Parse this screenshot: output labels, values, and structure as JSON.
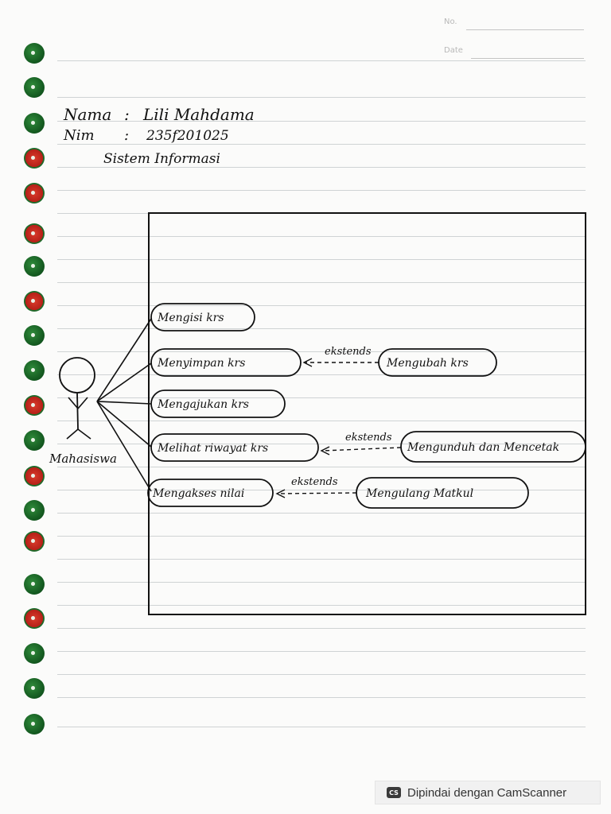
{
  "header": {
    "no_label": "No.",
    "date_label": "Date"
  },
  "student": {
    "nama_label": "Nama",
    "nama_sep": ":",
    "nama_value": "Lili Mahdama",
    "nim_label": "Nim",
    "nim_sep": ":",
    "nim_value": "235f201025",
    "program": "Sistem Informasi"
  },
  "diagram": {
    "actor": "Mahasiswa",
    "use_cases": [
      "Mengisi krs",
      "Menyimpan krs",
      "Mengajukan krs",
      "Melihat riwayat krs",
      "Mengakses nilai"
    ],
    "extensions": [
      {
        "label": "ekstends",
        "use_case": "Mengubah krs",
        "base": "Menyimpan krs"
      },
      {
        "label": "ekstends",
        "use_case": "Mengunduh dan Mencetak",
        "base": "Melihat riwayat krs"
      },
      {
        "label": "ekstends",
        "use_case": "Mengulang Matkul",
        "base": "Mengakses nilai"
      }
    ]
  },
  "footer": {
    "badge": "CS",
    "text": "Dipindai dengan CamScanner"
  },
  "colors": {
    "ink": "#111111",
    "binding_green": "#1f7a2c",
    "binding_red": "#c8281c",
    "rule_line": "#cfd3d4"
  }
}
